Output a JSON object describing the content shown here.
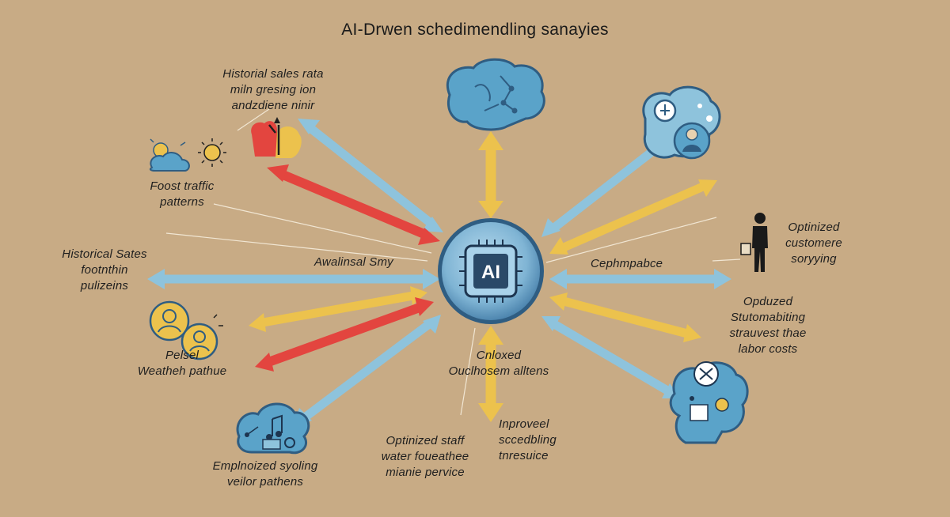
{
  "title": "AI-Drwen schedimendling sanayies",
  "hub": {
    "label": "AI"
  },
  "labels": {
    "top_left": "Historial sales rata\nmiln gresing ion\nandzdiene ninir",
    "foot_traffic": "Foost traffic\npatterns",
    "historical_left": "Historical Sates\nfootnthin\npulizeins",
    "analysis": "Awalinsal Smy",
    "weather": "Pelsel\nWeatheh pathue",
    "employed": "Emplnoized syoling\nveilor pathens",
    "optimized_staff": "Optinized staff\nwater foueathee\nmianie pervice",
    "improved": "Inproveel\nsccedbling\ntnresuice",
    "cloxed": "Cnloxed\nOuclhosem alltens",
    "cephmpabce": "Cephmpabce",
    "optimized_customer": "Optinized\ncustomere\nsoryying",
    "automating": "Opduzed\nStutomabiting\nstrauvest thae\nlabor costs"
  },
  "icon_names": [
    "brain-network-icon",
    "weather-cloud-icon",
    "sun-icon",
    "trend-chart-icon",
    "security-person-icon",
    "person-standing-icon",
    "employee-group-icon",
    "music-cloud-icon",
    "head-gear-icon"
  ],
  "colors": {
    "background": "#c8ab85",
    "arrow_blue": "#8ec3dc",
    "arrow_red": "#e3453f",
    "arrow_yellow": "#ecc24d",
    "hub_fill": "#7fb4d4",
    "hub_ring": "#2f5d82",
    "icon_blue": "#5aa3c9"
  }
}
